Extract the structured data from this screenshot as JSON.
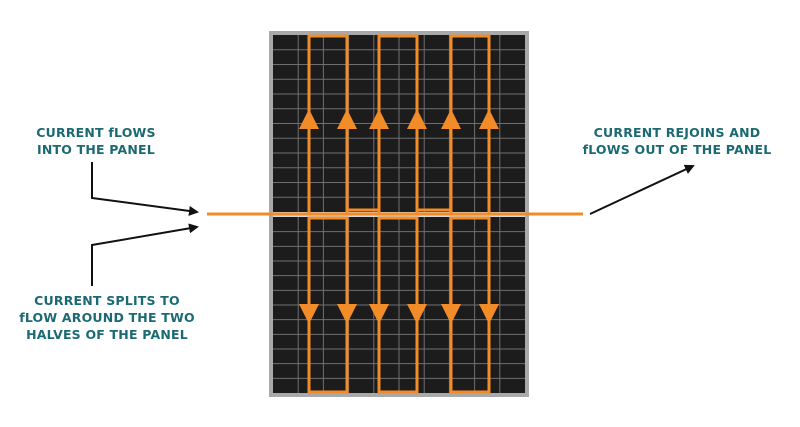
{
  "labels": {
    "current_in": [
      "CURRENT fLOWS",
      "INTO THE PANEL"
    ],
    "current_split": [
      "CURRENT SPLITS TO",
      "fLOW AROUND THE TWO",
      "HALVES OF THE PANEL"
    ],
    "current_out": [
      "CURRENT REJOINS AND",
      "fLOWS OUT OF THE PANEL"
    ]
  },
  "colors": {
    "label_text": "#1b6a73",
    "current_path": "#f28c28",
    "panel_cell": "#1c1c1c",
    "panel_grid": "#6f6f6f",
    "panel_frame": "#a9a9a9",
    "pointer_arrow": "#111111"
  },
  "panel": {
    "cell_columns": 10,
    "cell_rows": 24,
    "halves": 2
  },
  "current_loops": 3
}
